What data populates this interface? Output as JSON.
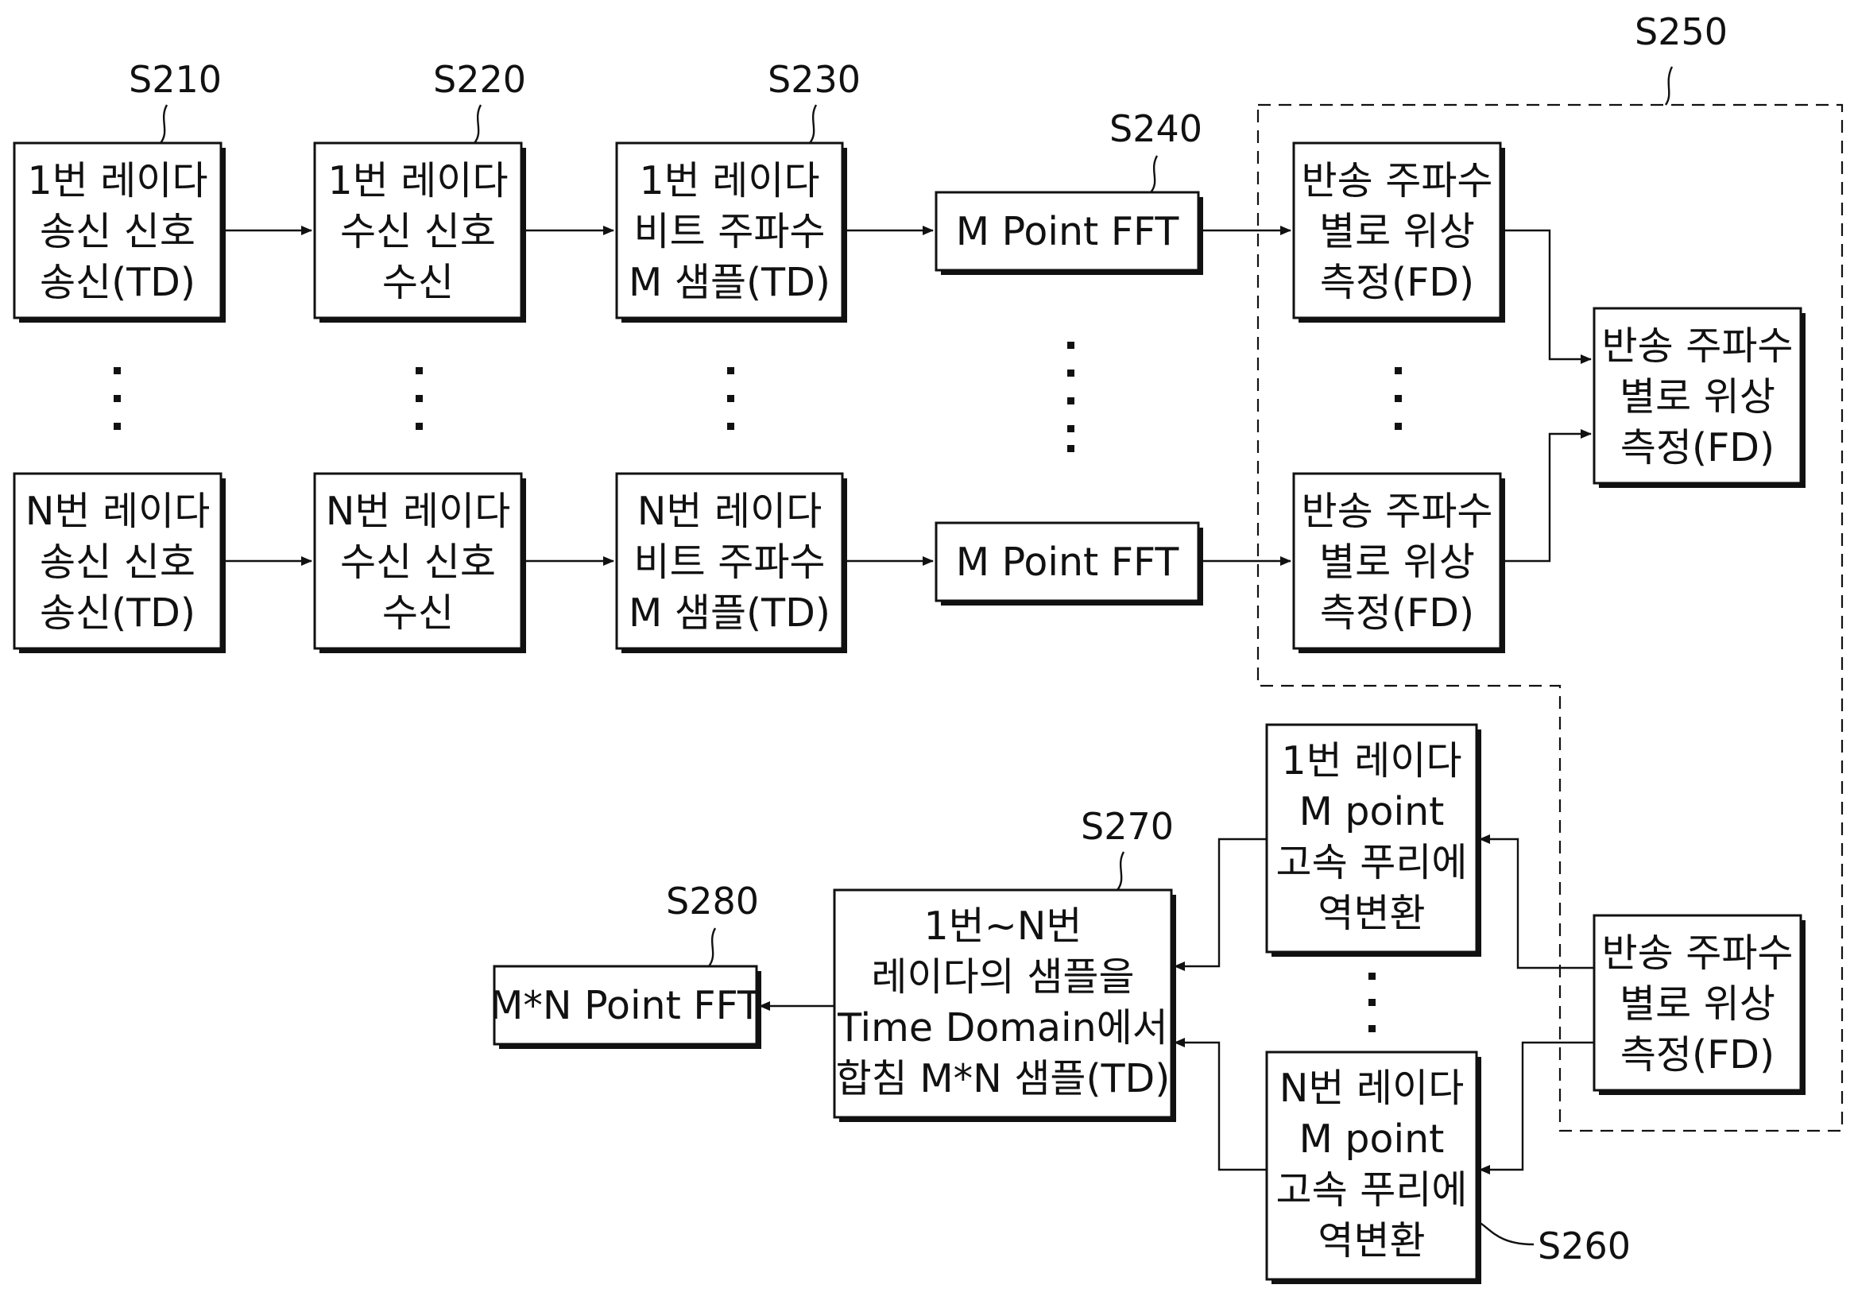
{
  "step_labels": {
    "s210": "S210",
    "s220": "S220",
    "s230": "S230",
    "s240": "S240",
    "s250": "S250",
    "s260": "S260",
    "s270": "S270",
    "s280": "S280"
  },
  "boxes": {
    "tx1": [
      "1번 레이다",
      "송신 신호",
      "송신(TD)"
    ],
    "rx1": [
      "1번 레이다",
      "수신 신호",
      "수신"
    ],
    "beat1": [
      "1번 레이다",
      "비트 주파수",
      "M 샘플(TD)"
    ],
    "fft1": [
      "M Point FFT"
    ],
    "phase1": [
      "반송 주파수",
      "별로 위상",
      "측정(FD)"
    ],
    "txN": [
      "N번 레이다",
      "송신 신호",
      "송신(TD)"
    ],
    "rxN": [
      "N번 레이다",
      "수신 신호",
      "수신"
    ],
    "beatN": [
      "N번 레이다",
      "비트 주파수",
      "M 샘플(TD)"
    ],
    "fftN": [
      "M Point FFT"
    ],
    "phaseN": [
      "반송 주파수",
      "별로 위상",
      "측정(FD)"
    ],
    "phase_combined": [
      "반송 주파수",
      "별로 위상",
      "측정(FD)"
    ],
    "phase_out": [
      "반송 주파수",
      "별로 위상",
      "측정(FD)"
    ],
    "ifft1": [
      "1번 레이다",
      "M point",
      "고속 푸리에",
      "역변환"
    ],
    "ifftN": [
      "N번 레이다",
      "M point",
      "고속 푸리에",
      "역변환"
    ],
    "merge": [
      "1번~N번",
      "레이다의 샘플을",
      "Time Domain에서",
      "합침 M*N 샘플(TD)"
    ],
    "final_fft": [
      "M*N Point FFT"
    ]
  }
}
